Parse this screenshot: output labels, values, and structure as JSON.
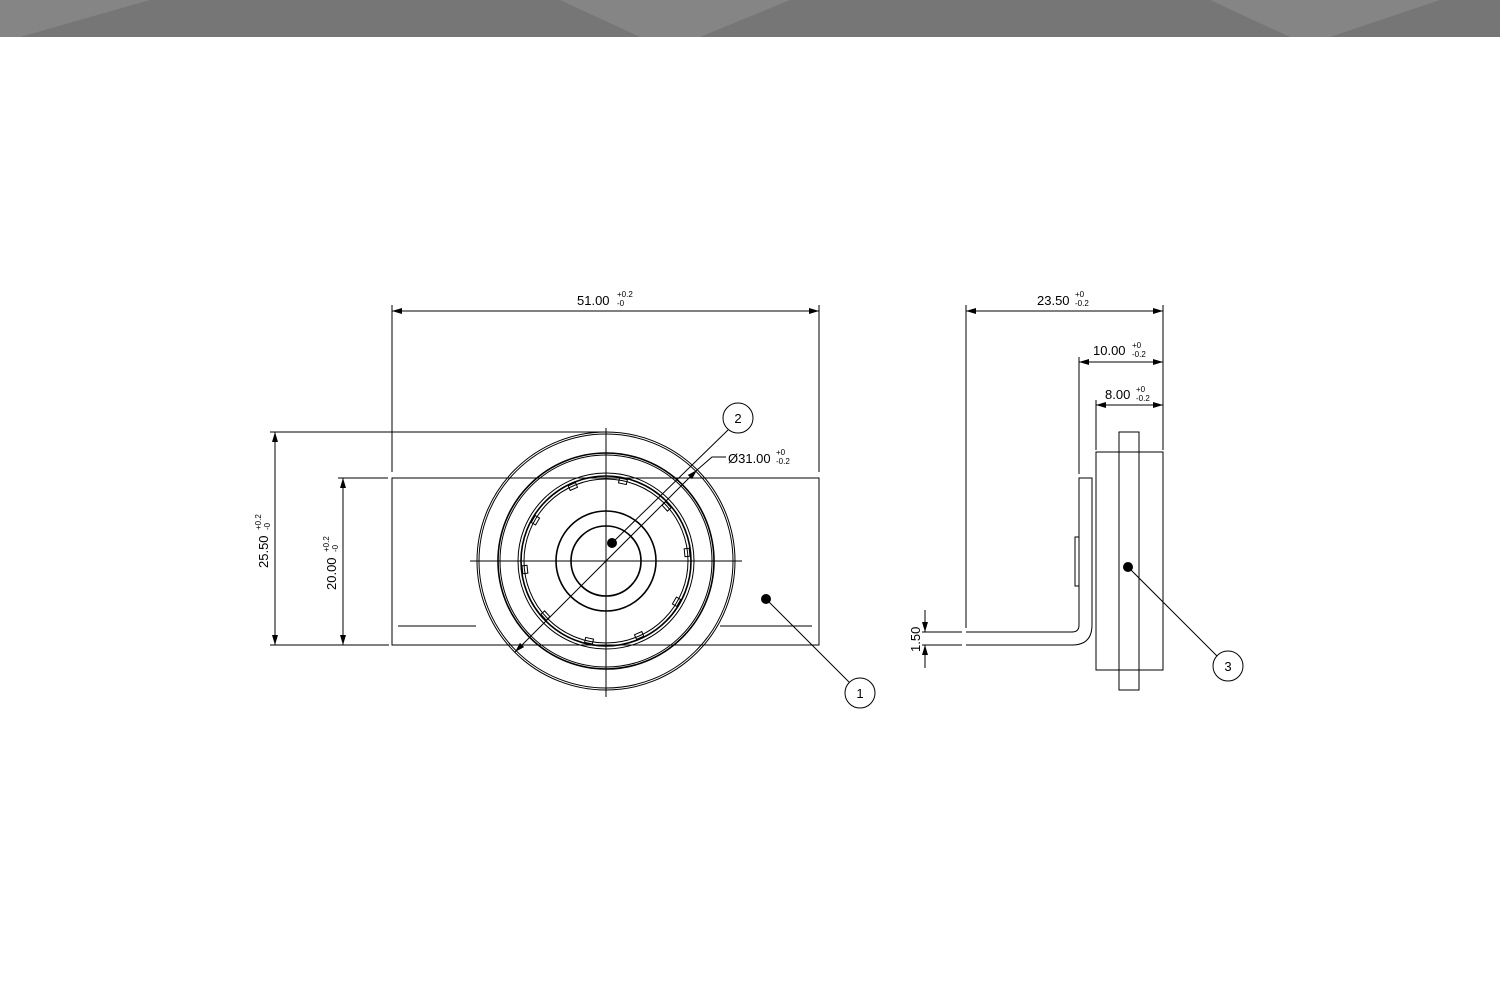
{
  "colors": {
    "header": "#767676",
    "line": "#000000"
  },
  "front_view": {
    "width_dim": {
      "value": "51.00",
      "upper": "+0.2",
      "lower": "-0"
    },
    "height_outer_dim": {
      "value": "25.50",
      "upper": "+0.2",
      "lower": "-0"
    },
    "height_inner_dim": {
      "value": "20.00",
      "upper": "+0.2",
      "lower": "-0"
    },
    "diameter_dim": {
      "value": "Ø31.00",
      "upper": "+0",
      "lower": "-0.2"
    },
    "balloons": [
      "1",
      "2"
    ]
  },
  "side_view": {
    "total_dim": {
      "value": "23.50",
      "upper": "+0",
      "lower": "-0.2"
    },
    "dim_10": {
      "value": "10.00",
      "upper": "+0",
      "lower": "-0.2"
    },
    "dim_8": {
      "value": "8.00",
      "upper": "+0",
      "lower": "-0.2"
    },
    "thickness_dim": {
      "value": "1.50"
    },
    "balloons": [
      "3"
    ]
  }
}
